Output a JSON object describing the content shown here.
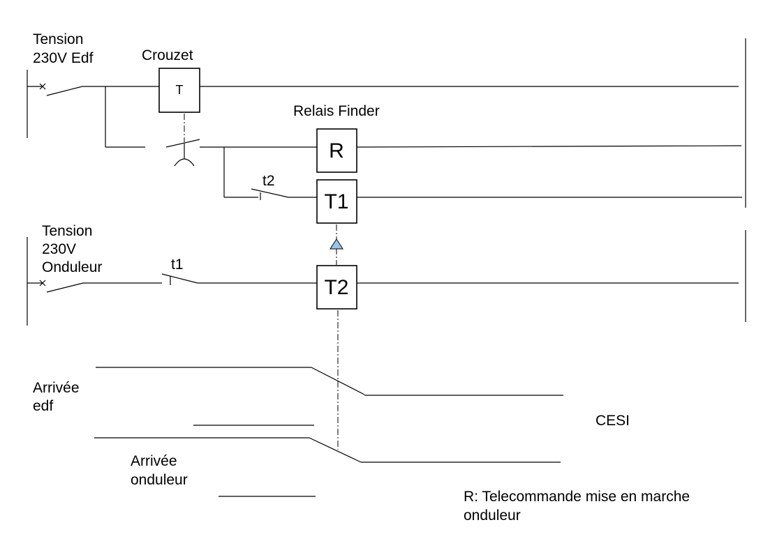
{
  "labels": {
    "tension_edf_line1": "Tension",
    "tension_edf_line2": "230V Edf",
    "crouzet": "Crouzet",
    "relais_finder": "Relais Finder",
    "tension_ond_line1": "Tension",
    "tension_ond_line2": "230V",
    "tension_ond_line3": "Onduleur",
    "t2_contact": "t2",
    "t1_contact": "t1",
    "arrivee_edf_line1": "Arrivée",
    "arrivee_edf_line2": "edf",
    "arrivee_ond_line1": "Arrivée",
    "arrivee_ond_line2": "onduleur",
    "cesi": "CESI",
    "legend_line1": "R: Telecommande mise en marche",
    "legend_line2": "onduleur"
  },
  "boxes": {
    "crouzet_timer": "T",
    "relay_r": "R",
    "relay_t1": "T1",
    "relay_t2": "T2"
  },
  "colors": {
    "line": "#000000",
    "interlock_fill": "#9dc3e6"
  }
}
